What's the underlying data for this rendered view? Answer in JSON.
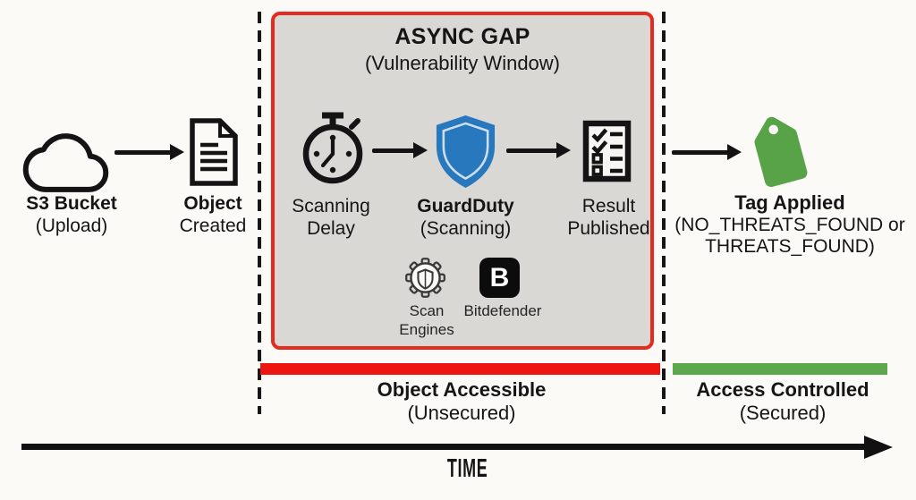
{
  "colors": {
    "gap_border_red": "#e52a1f",
    "unsecured_bar_red": "#ee1511",
    "secured_bar_green": "#5ca94d",
    "tag_green": "#58a348",
    "guardduty_blue": "#2878be",
    "gap_box_fill": "#d9d8d5",
    "ink": "#151515"
  },
  "upload_stage": {
    "title": "S3 Bucket",
    "subtitle": "(Upload)"
  },
  "object_stage": {
    "title": "Object",
    "subtitle": "Created"
  },
  "async_gap": {
    "title": "ASYNC GAP",
    "subtitle": "(Vulnerability Window)",
    "scanning_delay": {
      "line1": "Scanning",
      "line2": "Delay"
    },
    "guardduty": {
      "title": "GuardDuty",
      "subtitle": "(Scanning)"
    },
    "result": {
      "line1": "Result",
      "line2": "Published"
    },
    "scan_engines": {
      "line1": "Scan",
      "line2": "Engines"
    },
    "bitdefender": {
      "label": "Bitdefender",
      "logo_letter": "B"
    }
  },
  "tag_stage": {
    "title": "Tag Applied",
    "subtitle_line1": "(NO_THREATS_FOUND or",
    "subtitle_line2": "THREATS_FOUND)"
  },
  "timeline": {
    "unsecured": {
      "title": "Object Accessible",
      "subtitle": "(Unsecured)"
    },
    "secured": {
      "title": "Access Controlled",
      "subtitle": "(Secured)"
    },
    "axis_label": "TIME"
  },
  "icons": {
    "cloud-icon": "outlined cloud (S3 bucket)",
    "document-icon": "page with folded corner and text lines",
    "stopwatch-icon": "stopwatch with clock hands",
    "guardduty-shield-icon": "blue filled shield",
    "checklist-icon": "list with checkmarks and checkboxes",
    "gear-shield-icon": "gear with shield inside",
    "bitdefender-logo": "black rounded square with white B",
    "price-tag-icon": "green price tag with hole"
  }
}
